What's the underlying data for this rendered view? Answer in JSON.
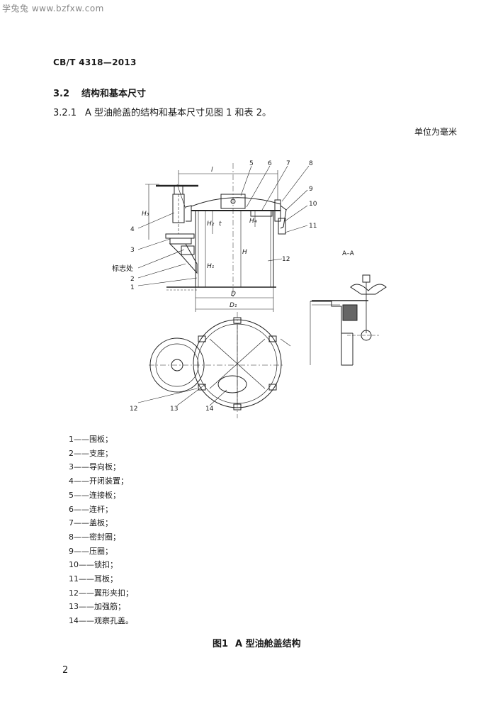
{
  "watermark": "学兔兔 www.bzfxw.com",
  "header": {
    "standard_no": "CB/T 4318—2013"
  },
  "section": {
    "number": "3.2",
    "title": "结构和基本尺寸"
  },
  "clause": {
    "number": "3.2.1",
    "text": "A 型油舱盖的结构和基本尺寸见图 1 和表 2。"
  },
  "unit_note": "单位为毫米",
  "figure": {
    "callouts": [
      "1",
      "2",
      "3",
      "4",
      "5",
      "6",
      "7",
      "8",
      "9",
      "10",
      "11",
      "12",
      "13",
      "14"
    ],
    "mark_label": "标志处",
    "dim_labels": {
      "l": "l",
      "D": "D",
      "D1": "D₁",
      "H": "H",
      "H1": "H₁",
      "H2": "H₂",
      "H3": "H₃",
      "H4": "H₄",
      "t": "t"
    },
    "section_label": "A–A"
  },
  "legend": [
    "1——围板；",
    "2——支座；",
    "3——导向板；",
    "4——开闭装置；",
    "5——连接板；",
    "6——连杆；",
    "7——盖板；",
    "8——密封圈；",
    "9——压圈；",
    "10——锁扣；",
    "11——耳板；",
    "12——翼形夹扣；",
    "13——加强筋；",
    "14——观察孔盖。"
  ],
  "caption": {
    "figure_no": "图1",
    "title": "A 型油舱盖结构"
  },
  "page_number": "2"
}
